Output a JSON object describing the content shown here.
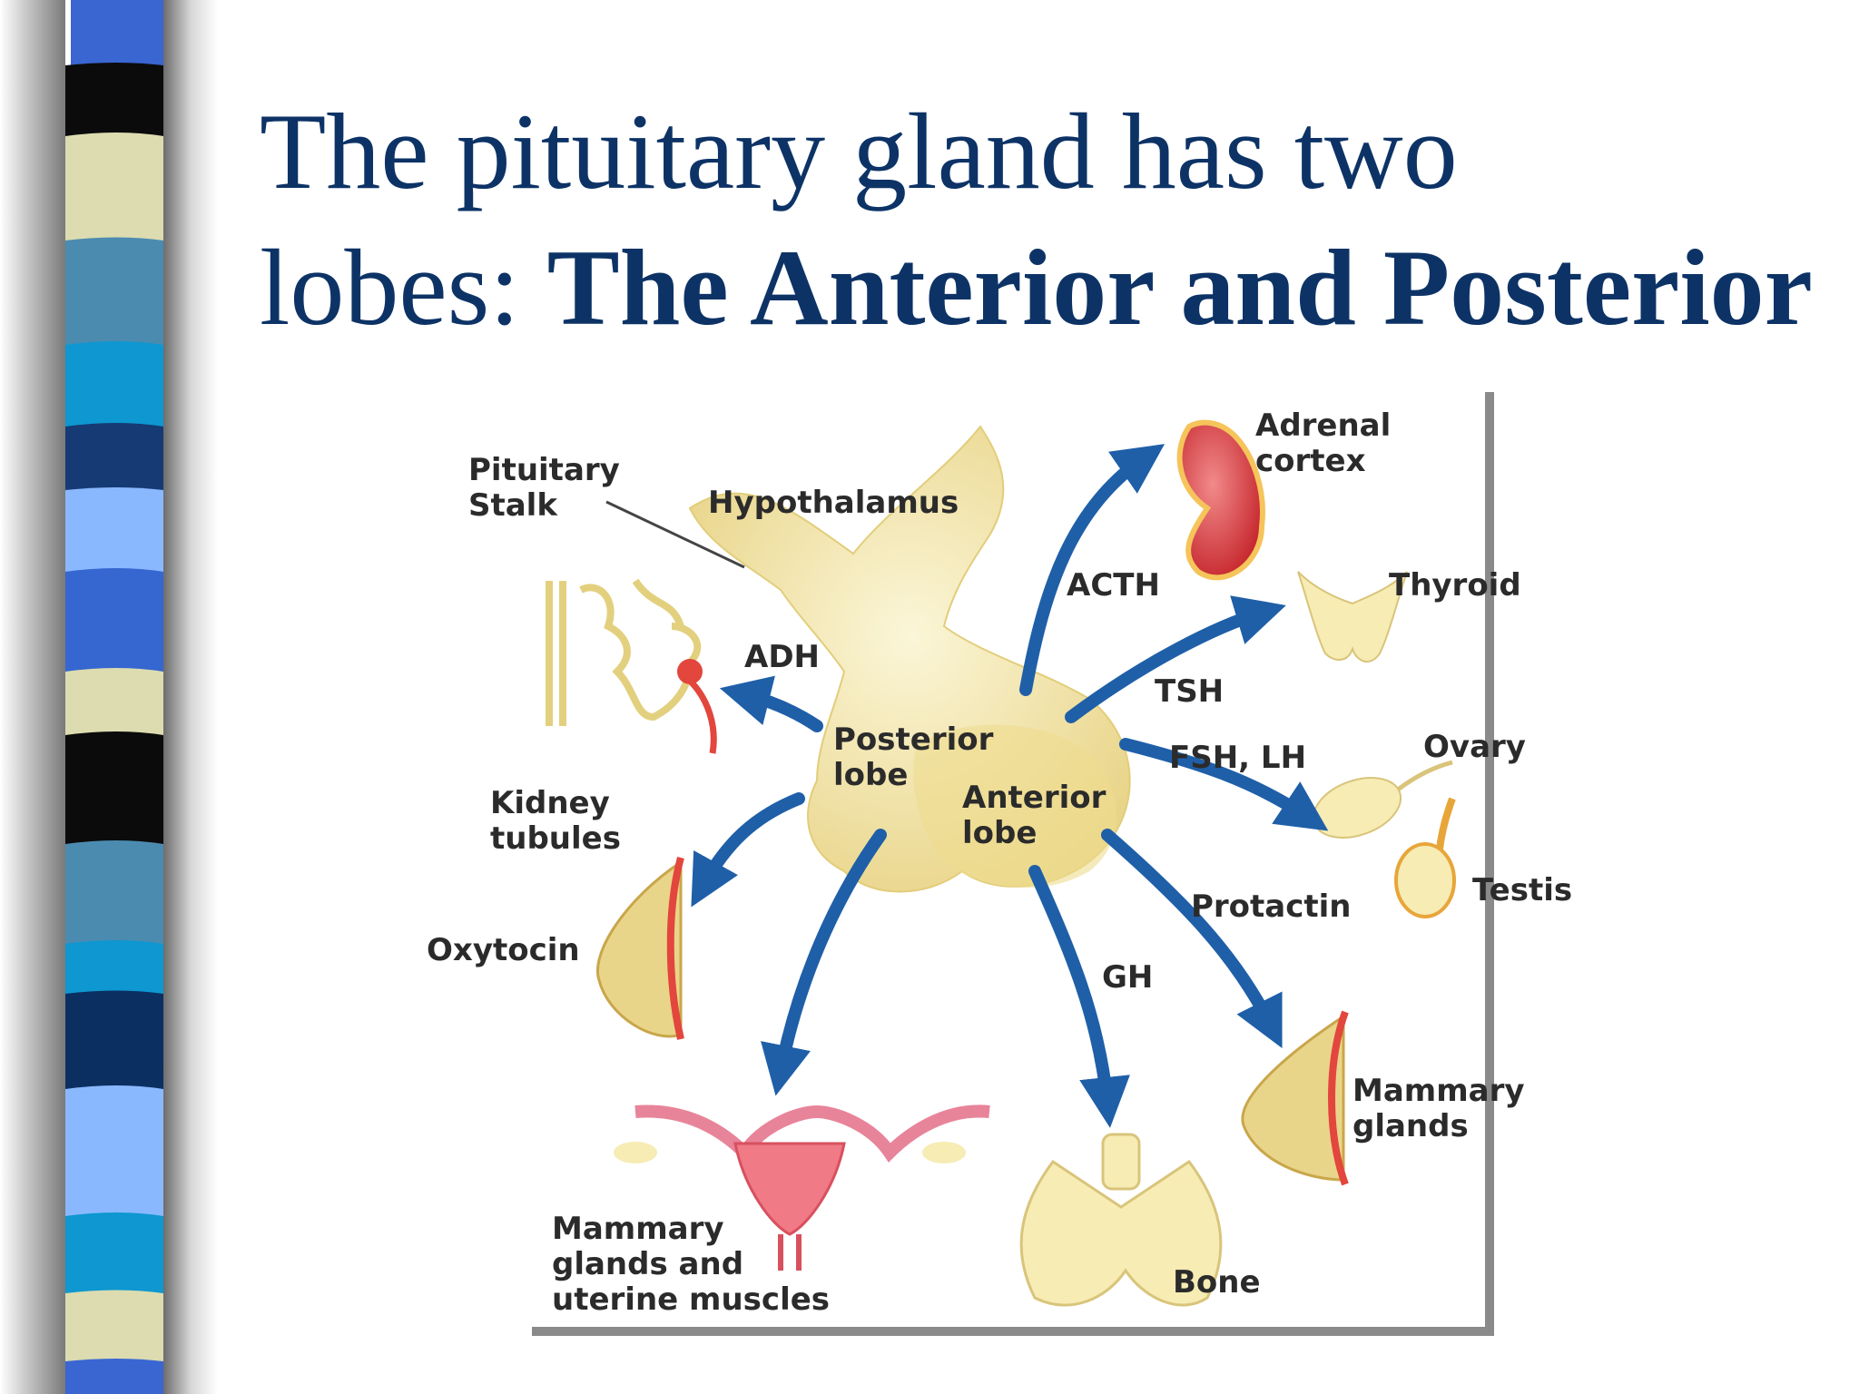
{
  "slide": {
    "title_line1": "The pituitary gland has two",
    "title_line2_prefix": "lobes: ",
    "title_line2_bold": "The Anterior and Posterior"
  },
  "diagram": {
    "labels": {
      "pituitary_stalk_1": "Pituitary",
      "pituitary_stalk_2": "Stalk",
      "hypothalamus": "Hypothalamus",
      "adrenal_1": "Adrenal",
      "adrenal_2": "cortex",
      "acth": "ACTH",
      "thyroid": "Thyroid",
      "adh": "ADH",
      "tsh": "TSH",
      "posterior_1": "Posterior",
      "posterior_2": "lobe",
      "fsh_lh": "FSH, LH",
      "ovary": "Ovary",
      "kidney_1": "Kidney",
      "kidney_2": "tubules",
      "anterior_1": "Anterior",
      "anterior_2": "lobe",
      "protactin": "Protactin",
      "testis": "Testis",
      "oxytocin": "Oxytocin",
      "gh": "GH",
      "mammary_right_1": "Mammary",
      "mammary_right_2": "glands",
      "mammary_bottom_1": "Mammary",
      "mammary_bottom_2": "glands and",
      "mammary_bottom_3": "uterine muscles",
      "bone": "Bone"
    }
  },
  "colors": {
    "title": "#0d3366",
    "arrow": "#1f5fa8",
    "gland": "#f3e6a6",
    "organ_red": "#d9313a"
  }
}
